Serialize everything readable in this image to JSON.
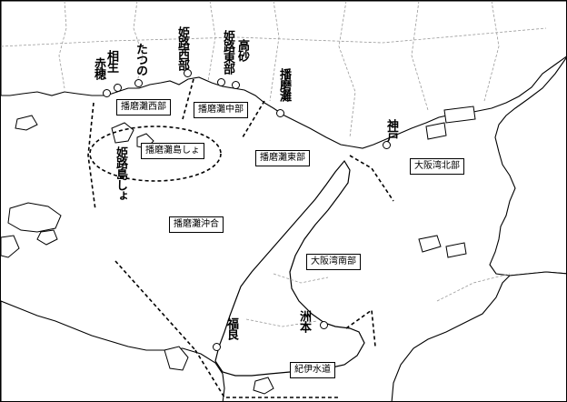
{
  "map": {
    "sea_areas": [
      {
        "id": "harimanada-seibu",
        "label": "播磨灘西部"
      },
      {
        "id": "harimanada-chubu",
        "label": "播磨灘中部"
      },
      {
        "id": "harimanada-shimasho",
        "label": "播磨灘島しょ"
      },
      {
        "id": "harimanada-tobu",
        "label": "播磨灘東部"
      },
      {
        "id": "osakawan-hokubu",
        "label": "大阪湾北部"
      },
      {
        "id": "harimanada-okiai",
        "label": "播磨灘沖合"
      },
      {
        "id": "osakawan-nanbu",
        "label": "大阪湾南部"
      },
      {
        "id": "kii-suido",
        "label": "紀伊水道"
      }
    ],
    "places": [
      {
        "id": "aioi",
        "label": "相生"
      },
      {
        "id": "ako",
        "label": "赤穂"
      },
      {
        "id": "tatsuno",
        "label": "たつの"
      },
      {
        "id": "himeji-seibu",
        "label": "姫路西部"
      },
      {
        "id": "himeji-tobu",
        "label": "姫路東部"
      },
      {
        "id": "takasago",
        "label": "高砂"
      },
      {
        "id": "harimanada-nada",
        "label": "播磨灘"
      },
      {
        "id": "kobe",
        "label": "神戸"
      },
      {
        "id": "himeji-shima",
        "label": "姫路島しょ"
      },
      {
        "id": "fukura",
        "label": "福良"
      },
      {
        "id": "sumoto",
        "label": "洲本"
      }
    ]
  }
}
